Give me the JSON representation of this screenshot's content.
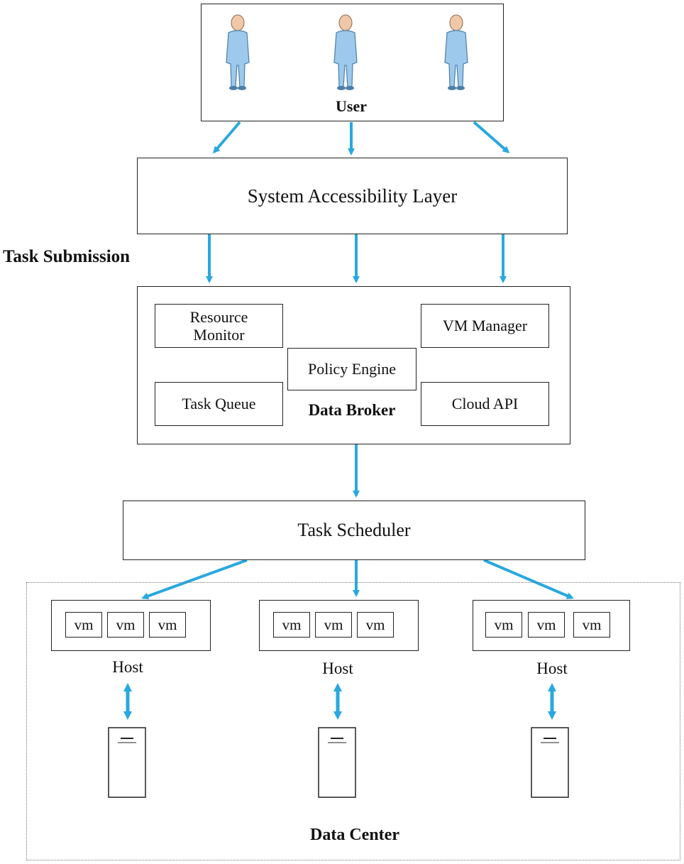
{
  "user_layer": {
    "label": "User"
  },
  "access_layer": {
    "label": "System Accessibility Layer"
  },
  "task_submission": {
    "label": "Task Submission"
  },
  "broker": {
    "label": "Data Broker",
    "resource_monitor": "Resource\nMonitor",
    "vm_manager": "VM Manager",
    "policy_engine": "Policy Engine",
    "task_queue": "Task Queue",
    "cloud_api": "Cloud API"
  },
  "scheduler": {
    "label": "Task Scheduler"
  },
  "data_center": {
    "label": "Data Center",
    "hosts": [
      {
        "label": "Host",
        "vms": [
          "vm",
          "vm",
          "vm"
        ]
      },
      {
        "label": "Host",
        "vms": [
          "vm",
          "vm",
          "vm"
        ]
      },
      {
        "label": "Host",
        "vms": [
          "vm",
          "vm",
          "vm"
        ]
      }
    ]
  },
  "colors": {
    "arrow": "#29a8e0",
    "border": "#222222",
    "user_body": "#9cc9ec"
  },
  "icons": {
    "user": "person-figure-icon",
    "server": "server-tower-icon"
  }
}
